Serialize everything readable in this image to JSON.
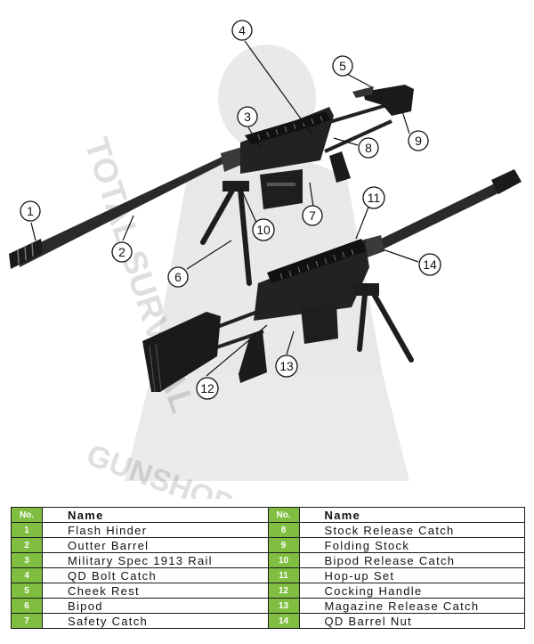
{
  "callout_numbers": [
    "1",
    "2",
    "3",
    "4",
    "5",
    "6",
    "7",
    "8",
    "9",
    "10",
    "11",
    "12",
    "13",
    "14"
  ],
  "watermark": {
    "left_text": "TOTAL SURVIVAL",
    "bottom_text": "GUNSHOP ... ARMY.co.kr"
  },
  "table": {
    "header_no": "No.",
    "header_name": "Name",
    "accent_color": "#7fbe41",
    "left_rows": [
      {
        "no": "1",
        "name": "Flash Hinder"
      },
      {
        "no": "2",
        "name": "Outter Barrel"
      },
      {
        "no": "3",
        "name": "Military Spec 1913 Rail"
      },
      {
        "no": "4",
        "name": "QD Bolt Catch"
      },
      {
        "no": "5",
        "name": "Cheek Rest"
      },
      {
        "no": "6",
        "name": "Bipod"
      },
      {
        "no": "7",
        "name": "Safety Catch"
      }
    ],
    "right_rows": [
      {
        "no": "8",
        "name": "Stock Release Catch"
      },
      {
        "no": "9",
        "name": "Folding Stock"
      },
      {
        "no": "10",
        "name": "Bipod Release Catch"
      },
      {
        "no": "11",
        "name": "Hop-up Set"
      },
      {
        "no": "12",
        "name": "Cocking Handle"
      },
      {
        "no": "13",
        "name": "Magazine Release Catch"
      },
      {
        "no": "14",
        "name": "QD Barrel Nut"
      }
    ]
  }
}
